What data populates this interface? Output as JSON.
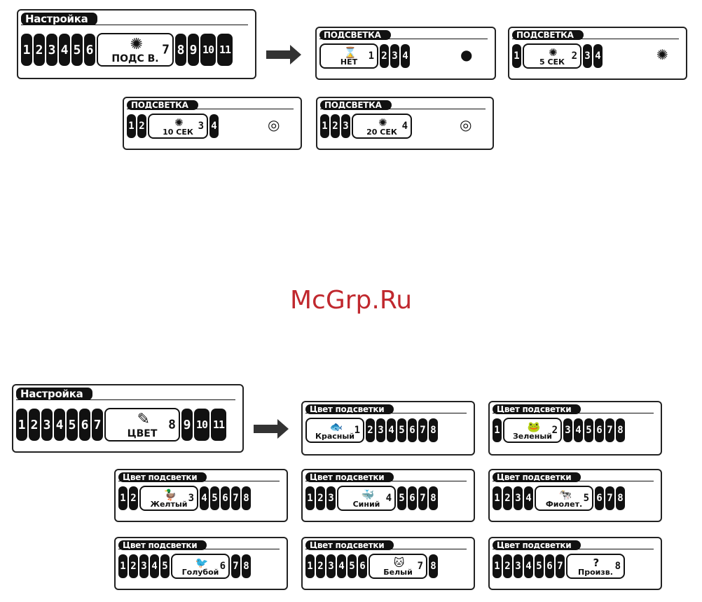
{
  "watermark": "McGrp.Ru",
  "top": {
    "main": {
      "title": "Настройка",
      "left": [
        "1",
        "2",
        "3",
        "4",
        "5",
        "6"
      ],
      "sel_cap": "ПОДС В.",
      "sel_num": "7",
      "right": [
        "8",
        "9",
        "10",
        "11"
      ]
    },
    "screens": [
      {
        "title": "ПОДСВЕТКА",
        "left": [],
        "sel_cap": "НЕТ",
        "sel_num": "1",
        "sel_icon": "⌛",
        "right": [
          "2",
          "3",
          "4"
        ],
        "bulb": "●"
      },
      {
        "title": "ПОДСВЕТКА",
        "left": [
          "1"
        ],
        "sel_cap": "5 СЕК",
        "sel_num": "2",
        "sel_icon": "✺",
        "right": [
          "3",
          "4"
        ],
        "bulb": "✺"
      },
      {
        "title": "ПОДСВЕТКА",
        "left": [
          "1",
          "2"
        ],
        "sel_cap": "10 СЕК",
        "sel_num": "3",
        "sel_icon": "✺",
        "right": [
          "4"
        ],
        "bulb": "◎"
      },
      {
        "title": "ПОДСВЕТКА",
        "left": [
          "1",
          "2",
          "3"
        ],
        "sel_cap": "20 СЕК",
        "sel_num": "4",
        "sel_icon": "✺",
        "right": [],
        "bulb": "◎"
      }
    ]
  },
  "bottom": {
    "main": {
      "title": "Настройка",
      "left": [
        "1",
        "2",
        "3",
        "4",
        "5",
        "6",
        "7"
      ],
      "sel_cap": "ЦВЕТ",
      "sel_num": "8",
      "right": [
        "9",
        "10",
        "11"
      ]
    },
    "screens": [
      {
        "title": "Цвет подсветки",
        "left": [],
        "sel_cap": "Красный",
        "sel_num": "1",
        "sel_icon": "🐟",
        "right": [
          "2",
          "3",
          "4",
          "5",
          "6",
          "7",
          "8"
        ]
      },
      {
        "title": "Цвет подсветки",
        "left": [
          "1"
        ],
        "sel_cap": "Зеленый",
        "sel_num": "2",
        "sel_icon": "🐸",
        "right": [
          "3",
          "4",
          "5",
          "6",
          "7",
          "8"
        ]
      },
      {
        "title": "Цвет подсветки",
        "left": [
          "1",
          "2"
        ],
        "sel_cap": "Желтый",
        "sel_num": "3",
        "sel_icon": "🦆",
        "right": [
          "4",
          "5",
          "6",
          "7",
          "8"
        ]
      },
      {
        "title": "Цвет подсветки",
        "left": [
          "1",
          "2",
          "3"
        ],
        "sel_cap": "Синий",
        "sel_num": "4",
        "sel_icon": "🐳",
        "right": [
          "5",
          "6",
          "7",
          "8"
        ]
      },
      {
        "title": "Цвет подсветки",
        "left": [
          "1",
          "2",
          "3",
          "4"
        ],
        "sel_cap": "Фиолет.",
        "sel_num": "5",
        "sel_icon": "🐄",
        "right": [
          "6",
          "7",
          "8"
        ]
      },
      {
        "title": "Цвет подсветки",
        "left": [
          "1",
          "2",
          "3",
          "4",
          "5"
        ],
        "sel_cap": "Голубой",
        "sel_num": "6",
        "sel_icon": "🐦",
        "right": [
          "7",
          "8"
        ]
      },
      {
        "title": "Цвет подсветки",
        "left": [
          "1",
          "2",
          "3",
          "4",
          "5",
          "6"
        ],
        "sel_cap": "Белый",
        "sel_num": "7",
        "sel_icon": "🐱",
        "right": [
          "8"
        ]
      },
      {
        "title": "Цвет подсветки",
        "left": [
          "1",
          "2",
          "3",
          "4",
          "5",
          "6",
          "7"
        ],
        "sel_cap": "Произв.",
        "sel_num": "8",
        "sel_icon": "?",
        "right": []
      }
    ]
  }
}
